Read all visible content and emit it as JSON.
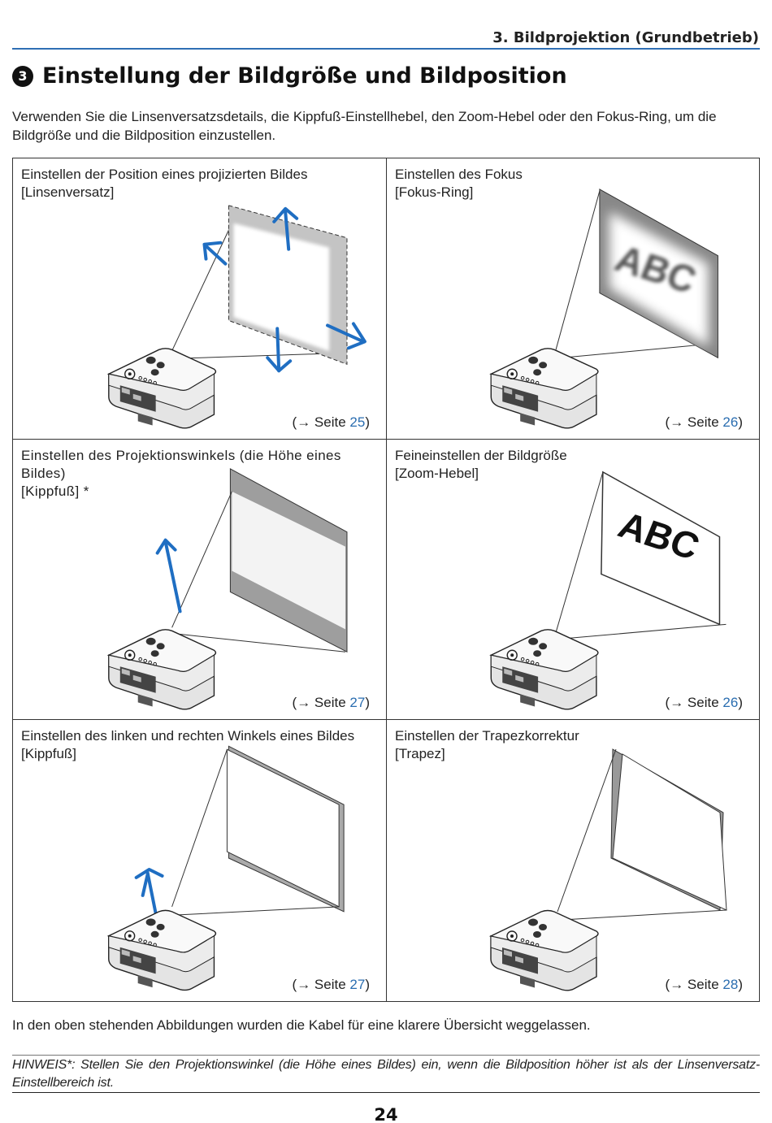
{
  "header": {
    "chapter": "3. Bildprojektion (Grundbetrieb)"
  },
  "section": {
    "number": "3",
    "title": "Einstellung der Bildgröße und Bildposition",
    "intro": "Verwenden Sie die Linsenversatzsdetails, die Kippfuß-Einstellhebel, den Zoom-Hebel oder den Fokus-Ring, um die Bildgröße und die Bildposition einzustellen."
  },
  "panels": [
    {
      "line1": "Einstellen der Position eines projizierten Bildes",
      "line2": "[Linsenversatz]",
      "ref_prefix": "(→ Seite ",
      "ref_page": "25",
      "ref_suffix": ")"
    },
    {
      "line1": "Einstellen des Fokus",
      "line2": "[Fokus-Ring]",
      "ref_prefix": "(→ Seite ",
      "ref_page": "26",
      "ref_suffix": ")",
      "screen_text": "ABC"
    },
    {
      "line1": "Einstellen des Projektionswinkels (die Höhe eines",
      "line2": "Bildes)",
      "line3": "[Kippfuß] *",
      "ref_prefix": "(→ Seite ",
      "ref_page": "27",
      "ref_suffix": ")"
    },
    {
      "line1": "Feineinstellen der Bildgröße",
      "line2": "[Zoom-Hebel]",
      "ref_prefix": "(→ Seite ",
      "ref_page": "26",
      "ref_suffix": ")",
      "screen_text": "ABC"
    },
    {
      "line1": "Einstellen des linken und rechten Winkels eines Bildes",
      "line2": "[Kippfuß]",
      "ref_prefix": "(→ Seite ",
      "ref_page": "27",
      "ref_suffix": ")"
    },
    {
      "line1": "Einstellen der Trapezkorrektur",
      "line2": "[Trapez]",
      "ref_prefix": "(→ Seite ",
      "ref_page": "28",
      "ref_suffix": ")"
    }
  ],
  "footnote": "In den oben stehenden Abbildungen wurden die Kabel für eine klarere Übersicht weggelassen.",
  "hint": "HINWEIS*: Stellen Sie den Projektionswinkel (die Höhe eines Bildes) ein, wenn die Bildposition höher ist als der Linsenversatz-Einstellbereich ist.",
  "page_number": "24",
  "colors": {
    "accent": "#2f6fb4",
    "arrow": "#1f6ec2",
    "link": "#2a6db0"
  }
}
